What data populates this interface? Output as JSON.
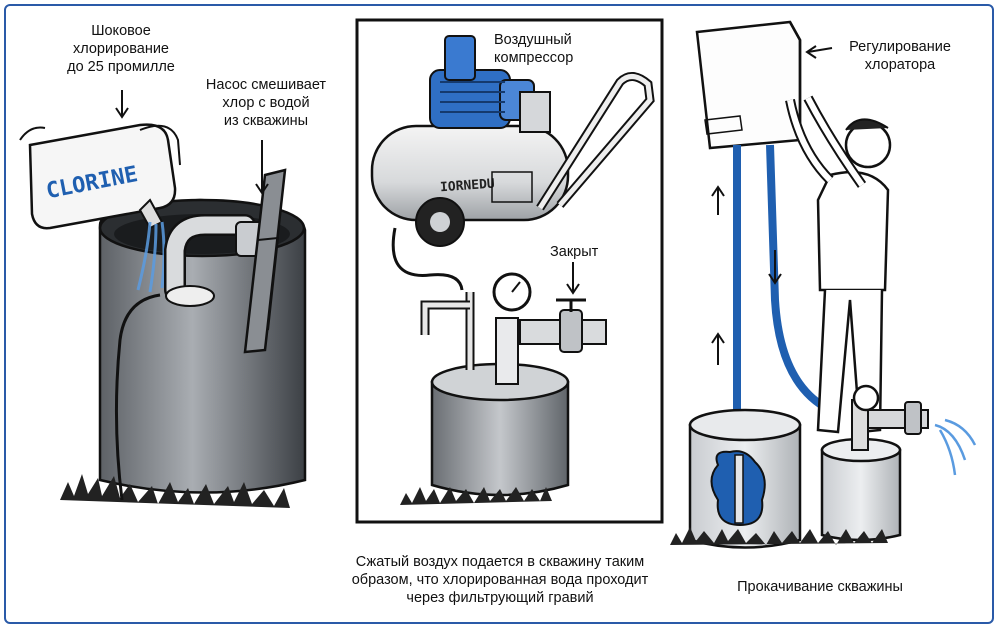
{
  "labels": {
    "shock_chlorination": "Шоковое\nхлорирование\nдо 25 промилле",
    "pump_mixes": "Насос смешивает\nхлор с водой\nиз скважины",
    "air_compressor": "Воздушный\nкомпрессор",
    "closed": "Закрыт",
    "compressed_air_caption": "Сжатый воздух подается в скважину таким\nобразом, что хлорированная вода проходит\nчерез фильтрующий гравий",
    "chlorinator_regulation": "Регулирование\nхлоратора",
    "well_pumping": "Прокачивание скважины",
    "bottle_text": "CLORINE",
    "compressor_brand": "IORNEDU"
  },
  "colors": {
    "frame": "#2a5aa8",
    "blue_hose": "#1f5fb0",
    "steel": "#8e9399",
    "steel_dark": "#4f5459",
    "ink": "#111111"
  }
}
